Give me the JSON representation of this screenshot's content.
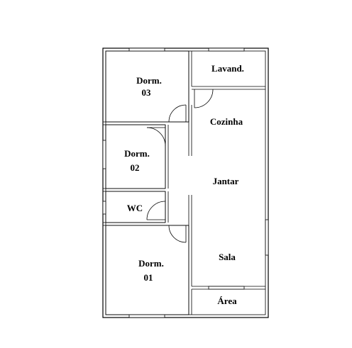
{
  "rooms": {
    "dorm03": {
      "line1": "Dorm.",
      "line2": "03"
    },
    "dorm02": {
      "line1": "Dorm.",
      "line2": "02"
    },
    "dorm01": {
      "line1": "Dorm.",
      "line2": "01"
    },
    "wc": {
      "label": "WC"
    },
    "lavanderia": {
      "label": "Lavand."
    },
    "cozinha": {
      "label": "Cozinha"
    },
    "jantar": {
      "label": "Jantar"
    },
    "sala": {
      "label": "Sala"
    },
    "area": {
      "label": "Área"
    }
  }
}
